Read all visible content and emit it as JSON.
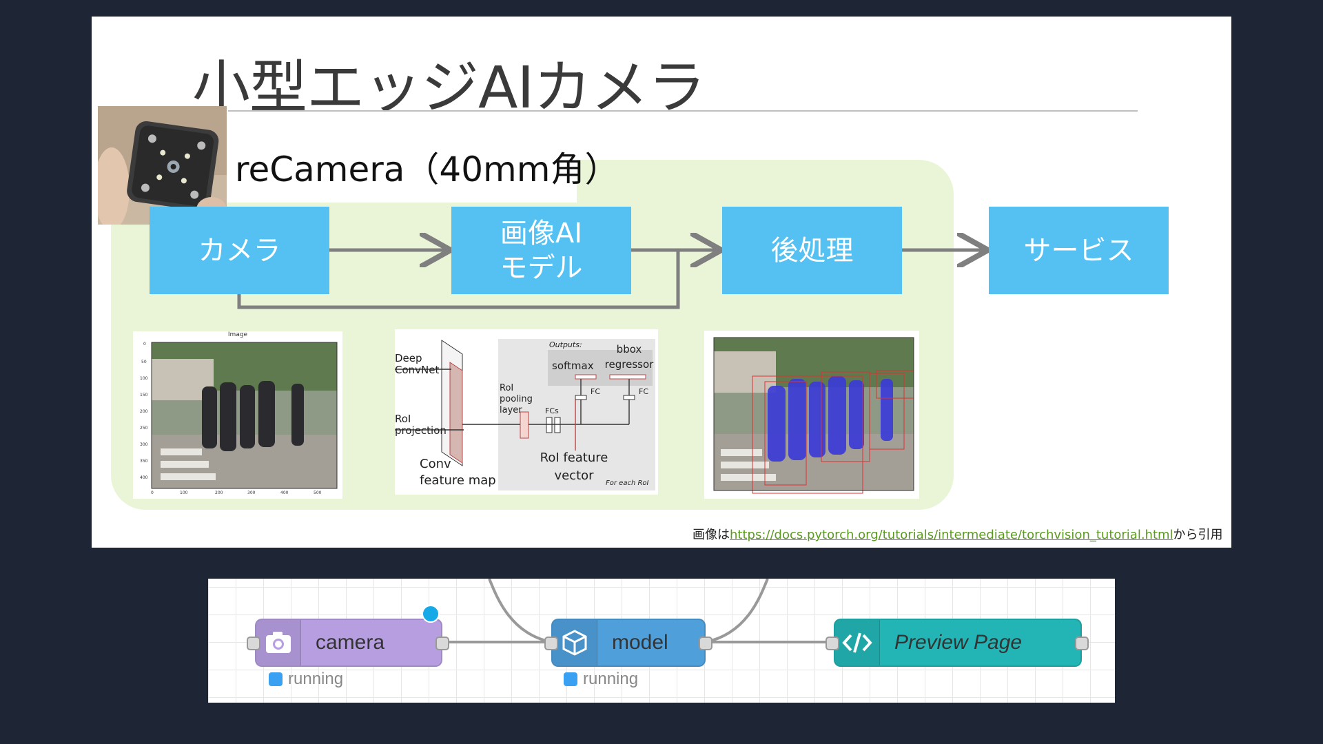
{
  "slide": {
    "title": "小型エッジAIカメラ",
    "product_label": "reCamera（40mm角）",
    "flow_boxes": {
      "camera": "カメラ",
      "model": "画像AI\nモデル",
      "postprocess": "後処理",
      "service": "サービス"
    },
    "citation": {
      "prefix": "画像は",
      "url": "https://docs.pytorch.org/tutorials/intermediate/torchvision_tutorial.html",
      "suffix": "から引用"
    },
    "arch_figure": {
      "deep_convnet": "Deep\nConvNet",
      "roi_projection": "RoI\nprojection",
      "conv_feature_map": "Conv\nfeature map",
      "roi_pooling": "RoI\npooling\nlayer",
      "fcs": "FCs",
      "outputs": "Outputs:",
      "softmax": "softmax",
      "bbox": "bbox\nregressor",
      "fc": "FC",
      "roi_feature_vector": "RoI feature\nvector",
      "for_each_roi": "For each RoI"
    },
    "input_image_title": "Image",
    "colors": {
      "box": "#54c1f2",
      "green_bg": "#eaf5d7",
      "link": "#5a9a1e"
    }
  },
  "nodered": {
    "nodes": [
      {
        "label": "camera",
        "icon": "camera-icon",
        "color": "#b69ee0",
        "status": "running"
      },
      {
        "label": "model",
        "icon": "cube-icon",
        "color": "#4f9fdb",
        "status": "running"
      },
      {
        "label": "Preview Page",
        "icon": "code-icon",
        "color": "#23b5b5"
      }
    ]
  }
}
